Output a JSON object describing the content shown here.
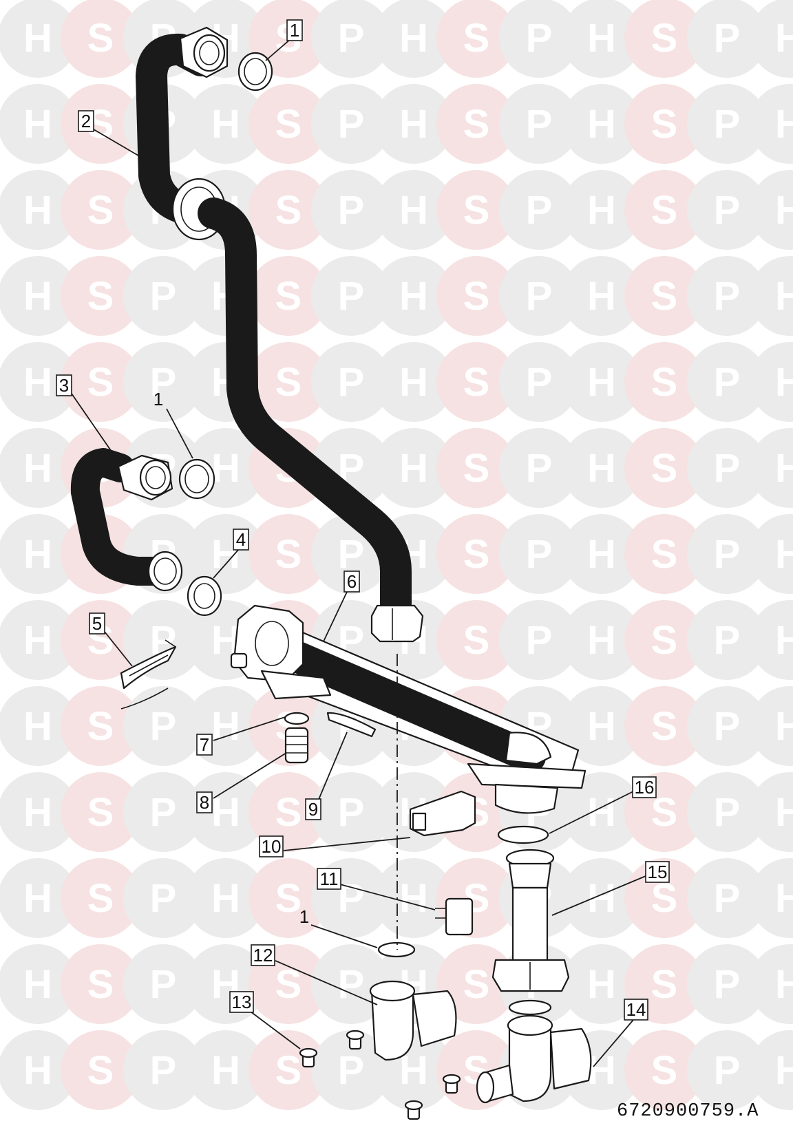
{
  "watermark": {
    "letters": [
      "H",
      "S",
      "P"
    ]
  },
  "callouts": [
    {
      "id": "c1a",
      "label": "1",
      "boxed": true
    },
    {
      "id": "c2",
      "label": "2",
      "boxed": true
    },
    {
      "id": "c3",
      "label": "3",
      "boxed": true
    },
    {
      "id": "c1b",
      "label": "1",
      "boxed": false
    },
    {
      "id": "c4",
      "label": "4",
      "boxed": true
    },
    {
      "id": "c6",
      "label": "6",
      "boxed": true
    },
    {
      "id": "c5",
      "label": "5",
      "boxed": true
    },
    {
      "id": "c7",
      "label": "7",
      "boxed": true
    },
    {
      "id": "c8",
      "label": "8",
      "boxed": true
    },
    {
      "id": "c9",
      "label": "9",
      "boxed": true
    },
    {
      "id": "c16",
      "label": "16",
      "boxed": true
    },
    {
      "id": "c10",
      "label": "10",
      "boxed": true
    },
    {
      "id": "c11",
      "label": "11",
      "boxed": true
    },
    {
      "id": "c15",
      "label": "15",
      "boxed": true
    },
    {
      "id": "c1c",
      "label": "1",
      "boxed": false
    },
    {
      "id": "c12",
      "label": "12",
      "boxed": true
    },
    {
      "id": "c13",
      "label": "13",
      "boxed": true
    },
    {
      "id": "c14",
      "label": "14",
      "boxed": true
    }
  ],
  "drawing_number": "6720900759.A"
}
